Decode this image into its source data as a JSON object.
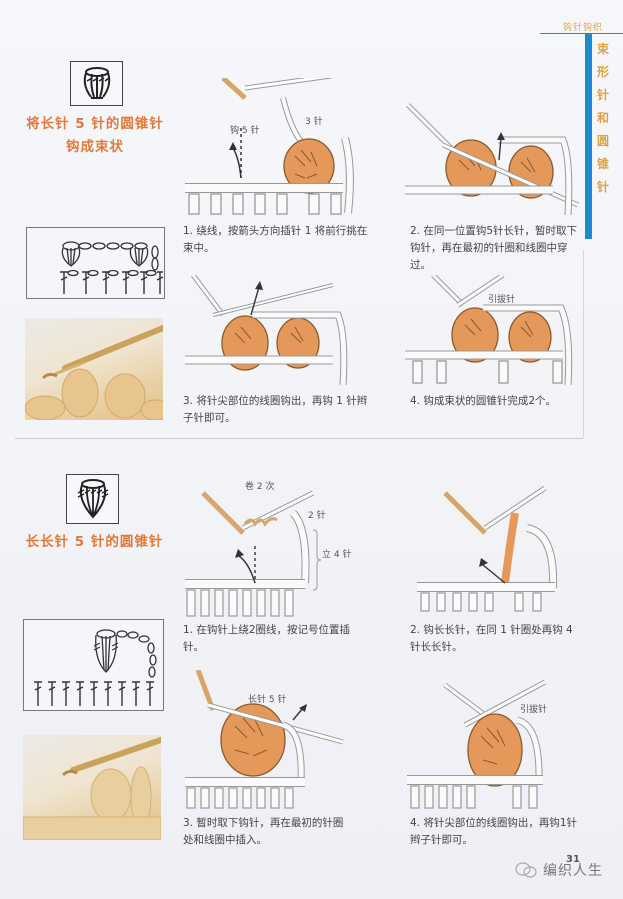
{
  "header": {
    "label": "钩针钩织",
    "side_title": "束形针和圆锥针",
    "accent_color": "#1f8ac7",
    "title_color": "#e07a3a"
  },
  "section1": {
    "title_line1": "将长针 5 针的圆锥针",
    "title_line2": "钩成束状",
    "symbol_icon": "bundled-cone-stitch-symbol",
    "steps": [
      {
        "text": "1. 绕线，按箭头方向插针 1 将前行挑在束中。",
        "callouts": [
          "钩 5 针",
          "3 针"
        ]
      },
      {
        "text": "2. 在同一位置钩5针长针，暂时取下钩针，再在最初的针圈和线圈中穿过。",
        "callouts": []
      },
      {
        "text": "3. 将针尖部位的线圈钩出，再钩 1 针辫子针即可。",
        "callouts": []
      },
      {
        "text": "4. 钩成束状的圆锥针完成2个。",
        "callouts": [
          "引拔针"
        ]
      }
    ]
  },
  "section2": {
    "title": "长长针 5 针的圆锥针",
    "symbol_icon": "cone-stitch-symbol",
    "steps": [
      {
        "text": "1. 在钩针上绕2圈线，按记号位置插针。",
        "callouts": [
          "卷 2 次",
          "2 针",
          "立 4 针"
        ]
      },
      {
        "text": "2. 钩长长针，在同 1 针圈处再钩 4 针长长针。",
        "callouts": []
      },
      {
        "text": "3. 暂时取下钩针，再在最初的针圈处和线圈中插入。",
        "callouts": [
          "长针 5 针"
        ]
      },
      {
        "text": "4. 将针尖部位的线圈钩出，再钩1针辫子针即可。",
        "callouts": [
          "引拔针"
        ]
      }
    ]
  },
  "footer": {
    "page_number": "31",
    "watermark": "编织人生"
  }
}
